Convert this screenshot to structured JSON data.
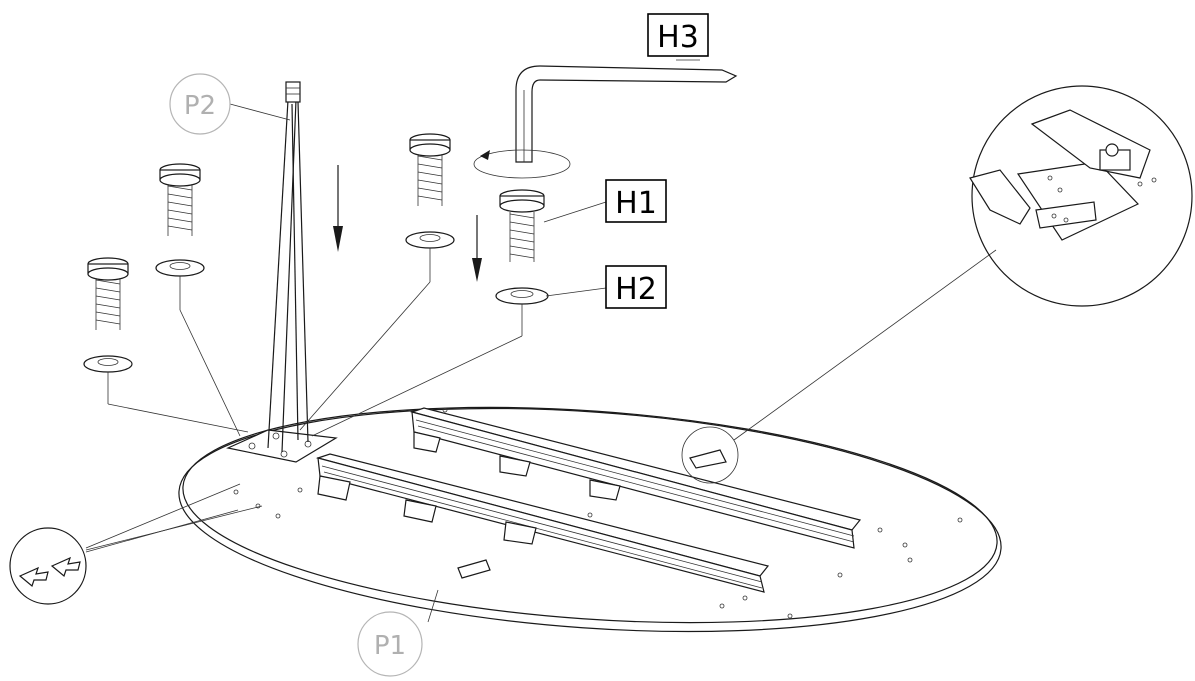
{
  "labels": {
    "p1": "P1",
    "p2": "P2",
    "h1": "H1",
    "h2": "H2",
    "h3": "H3"
  },
  "colors": {
    "line": "#1a1a1a",
    "label_circle": "#b0b0b0",
    "background": "#ffffff"
  }
}
